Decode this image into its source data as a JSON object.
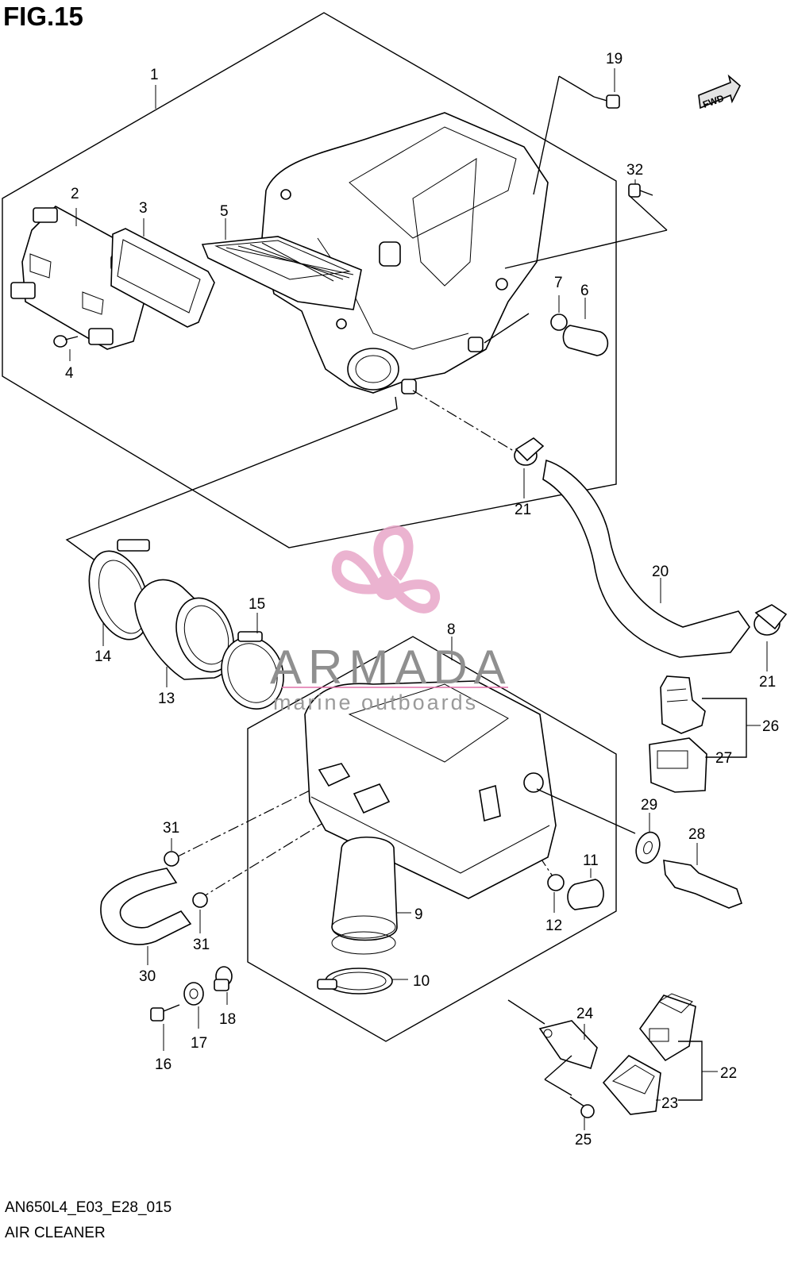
{
  "figure": {
    "title": "FIG.15",
    "code": "AN650L4_E03_E28_015",
    "caption": "AIR CLEANER",
    "direction_badge": "FWD"
  },
  "watermark": {
    "name": "ARMADA",
    "tagline": "marine outboards",
    "logo_icon": "propeller-logo-icon",
    "logo_color": "#e8a6c8",
    "line_color": "#e070a8"
  },
  "callouts": [
    {
      "id": "1",
      "text": "1"
    },
    {
      "id": "2",
      "text": "2"
    },
    {
      "id": "3",
      "text": "3"
    },
    {
      "id": "4",
      "text": "4"
    },
    {
      "id": "5",
      "text": "5"
    },
    {
      "id": "6",
      "text": "6"
    },
    {
      "id": "7",
      "text": "7"
    },
    {
      "id": "8",
      "text": "8"
    },
    {
      "id": "9",
      "text": "9"
    },
    {
      "id": "10",
      "text": "10"
    },
    {
      "id": "11",
      "text": "11"
    },
    {
      "id": "12",
      "text": "12"
    },
    {
      "id": "13",
      "text": "13"
    },
    {
      "id": "14",
      "text": "14"
    },
    {
      "id": "15",
      "text": "15"
    },
    {
      "id": "16",
      "text": "16"
    },
    {
      "id": "17",
      "text": "17"
    },
    {
      "id": "18",
      "text": "18"
    },
    {
      "id": "19",
      "text": "19"
    },
    {
      "id": "20",
      "text": "20"
    },
    {
      "id": "21a",
      "text": "21"
    },
    {
      "id": "21b",
      "text": "21"
    },
    {
      "id": "22",
      "text": "22"
    },
    {
      "id": "23",
      "text": "23"
    },
    {
      "id": "24",
      "text": "24"
    },
    {
      "id": "25",
      "text": "25"
    },
    {
      "id": "26",
      "text": "26"
    },
    {
      "id": "27",
      "text": "27"
    },
    {
      "id": "28",
      "text": "28"
    },
    {
      "id": "29",
      "text": "29"
    },
    {
      "id": "30",
      "text": "30"
    },
    {
      "id": "31a",
      "text": "31"
    },
    {
      "id": "31b",
      "text": "31"
    },
    {
      "id": "32",
      "text": "32"
    }
  ]
}
